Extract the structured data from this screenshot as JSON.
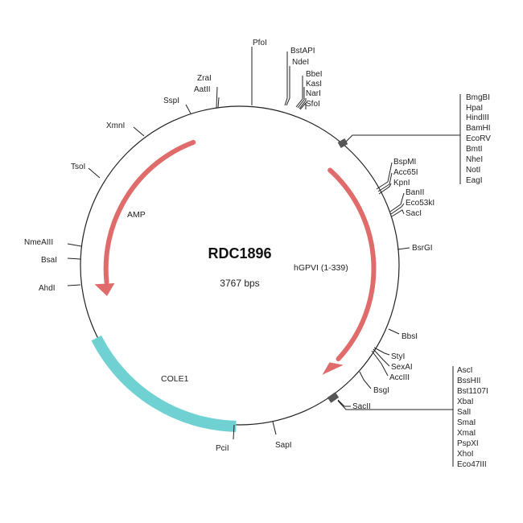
{
  "map": {
    "name": "RDC1896",
    "size_label": "3767 bps",
    "total_bp": 3767
  },
  "colors": {
    "backbone": "#222222",
    "cds_arrow": "#e06b6b",
    "ori": "#6fd1d1",
    "text": "#222222"
  },
  "features": [
    {
      "name": "AMP",
      "type": "cds-arrow",
      "direction": "reverse"
    },
    {
      "name": "hGPVI (1-339)",
      "type": "cds-arrow",
      "direction": "forward"
    },
    {
      "name": "COLE1",
      "type": "origin"
    }
  ],
  "sites": {
    "pfoi": "PfoI",
    "bstapi": "BstAPI",
    "ndei": "NdeI",
    "bbei": "BbeI",
    "kasi": "KasI",
    "nari": "NarI",
    "sfoi": "SfoI",
    "mcs1": [
      "BmgBI",
      "HpaI",
      "HindIII",
      "BamHI",
      "EcoRV",
      "BmtI",
      "NheI",
      "NotI",
      "EagI"
    ],
    "bspmi": "BspMI",
    "acc65i": "Acc65I",
    "kpni": "KpnI",
    "banii": "BanII",
    "eco53ki": "Eco53kI",
    "saci": "SacI",
    "bsrgi": "BsrGI",
    "bbsi": "BbsI",
    "styi": "StyI",
    "sexai": "SexAI",
    "acciii": "AccIII",
    "bsgi": "BsgI",
    "sacii": "SacII",
    "mcs2": [
      "AscI",
      "BssHII",
      "Bst1107I",
      "XbaI",
      "SalI",
      "SmaI",
      "XmaI",
      "PspXI",
      "XhoI",
      "Eco47III"
    ],
    "sapi": "SapI",
    "pcii": "PciI",
    "ahdi": "AhdI",
    "bsai": "BsaI",
    "nmeaiii": "NmeAIII",
    "tsoi": "TsoI",
    "xmni": "XmnI",
    "sspi": "SspI",
    "aatii": "AatII",
    "zrai": "ZraI"
  }
}
